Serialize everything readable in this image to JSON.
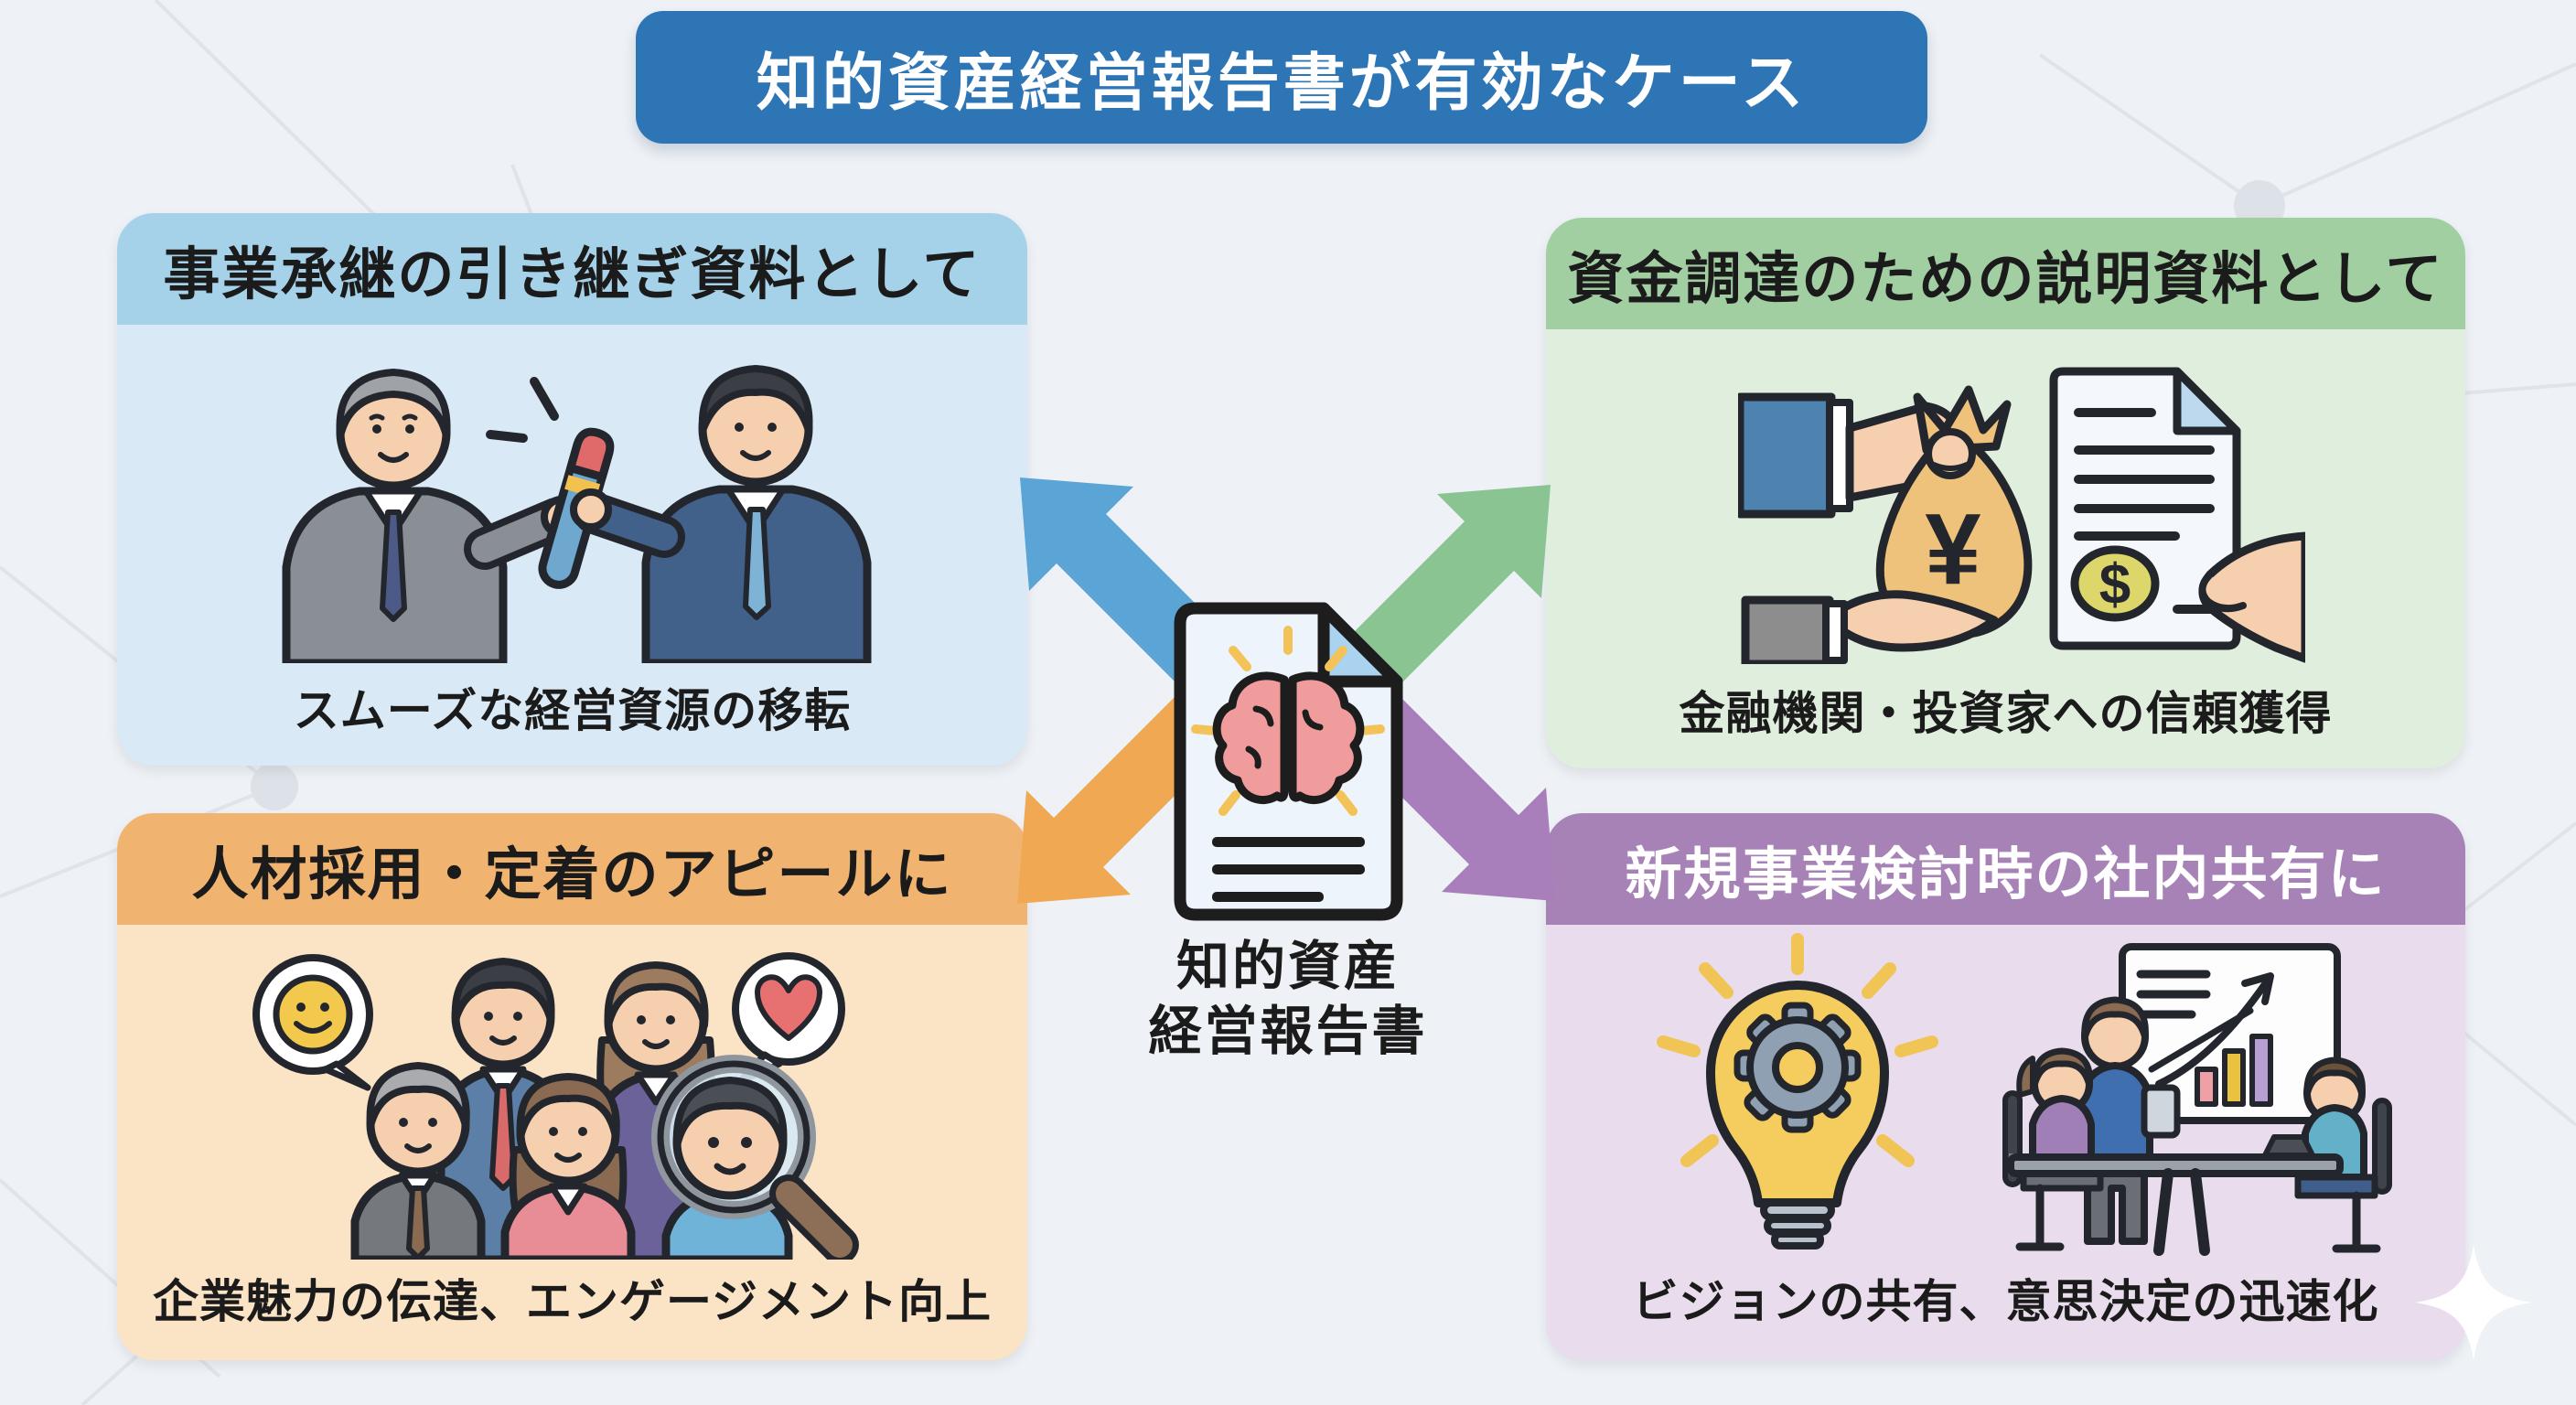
{
  "title": "知的資産経営報告書が有効なケース",
  "center": {
    "icon": "brain-document-icon",
    "label_line1": "知的資産",
    "label_line2": "経営報告書"
  },
  "symbols": {
    "yen": "¥",
    "dollar": "$"
  },
  "cases": [
    {
      "id": "business-succession",
      "position": "top-left",
      "header": "事業承継の引き継ぎ資料として",
      "caption": "スムーズな経営資源の移転",
      "illustration": "baton-pass-illustration",
      "colors": {
        "header": "#a6d2e9",
        "body": "#d9eaf6",
        "arrow": "#5ba5d6",
        "header_text": "#1b1b1b"
      }
    },
    {
      "id": "fundraising",
      "position": "top-right",
      "header": "資金調達のための説明資料として",
      "caption": "金融機関・投資家への信頼獲得",
      "illustration": "money-bag-document-illustration",
      "colors": {
        "header": "#a2cfa2",
        "body": "#e0eedd",
        "arrow": "#8bc493",
        "header_text": "#1b1b1b"
      }
    },
    {
      "id": "recruiting-retention",
      "position": "bottom-left",
      "header": "人材採用・定着のアピールに",
      "caption": "企業魅力の伝達、エンゲージメント向上",
      "illustration": "team-appeal-illustration",
      "colors": {
        "header": "#f1b470",
        "body": "#fbe4c6",
        "arrow": "#f0a952",
        "header_text": "#1b1b1b"
      }
    },
    {
      "id": "new-business-sharing",
      "position": "bottom-right",
      "header": "新規事業検討時の社内共有に",
      "caption": "ビジョンの共有、意思決定の迅速化",
      "illustration": "idea-meeting-illustration",
      "colors": {
        "header": "#a782b6",
        "body": "#e9dcec",
        "arrow": "#a87fba",
        "header_text": "#ffffff"
      }
    }
  ],
  "colors": {
    "background": "#eef1f5",
    "pattern": "#dde2e8",
    "title_bg": "#2e75b6",
    "title_text": "#ffffff",
    "text": "#1b1b1b",
    "sparkle": "#ffffff",
    "document": {
      "paper": "#edf4fb",
      "fold": "#a9d3ee",
      "outline": "#1d1d1d",
      "brain": "#f09c9c",
      "rays": "#f3c35a"
    }
  }
}
